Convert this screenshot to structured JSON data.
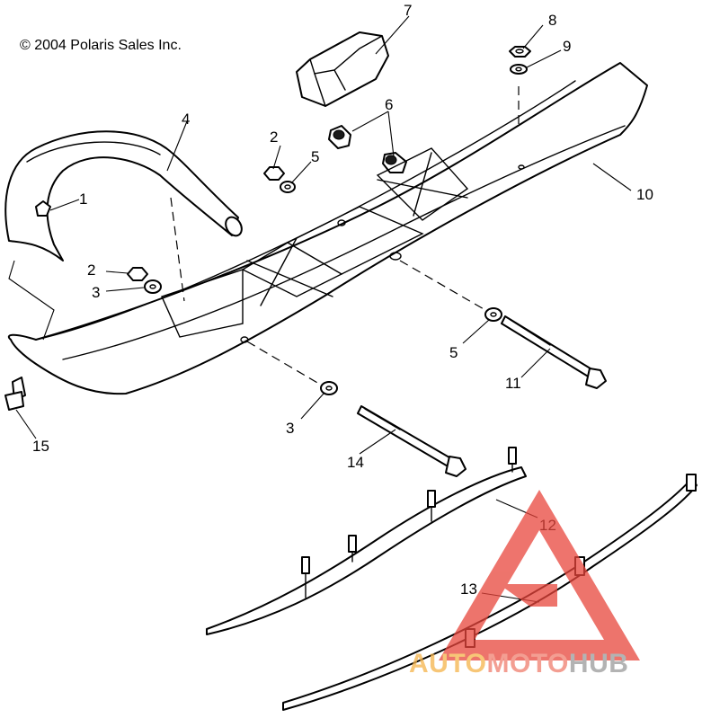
{
  "copyright": "© 2004 Polaris Sales Inc.",
  "callouts": {
    "c1": "1",
    "c2a": "2",
    "c2b": "2",
    "c3a": "3",
    "c3b": "3",
    "c4": "4",
    "c5a": "5",
    "c5b": "5",
    "c6": "6",
    "c7": "7",
    "c8": "8",
    "c9": "9",
    "c10": "10",
    "c11": "11",
    "c12": "12",
    "c13": "13",
    "c14": "14",
    "c15": "15"
  },
  "watermark": {
    "part1": "AUTO",
    "part2": "MOTO",
    "part3": "HUB",
    "colors": {
      "triangle": "#e8463c",
      "auto": "#f5b34a",
      "moto": "#f07e6e",
      "hub": "#9a9a9a"
    }
  }
}
